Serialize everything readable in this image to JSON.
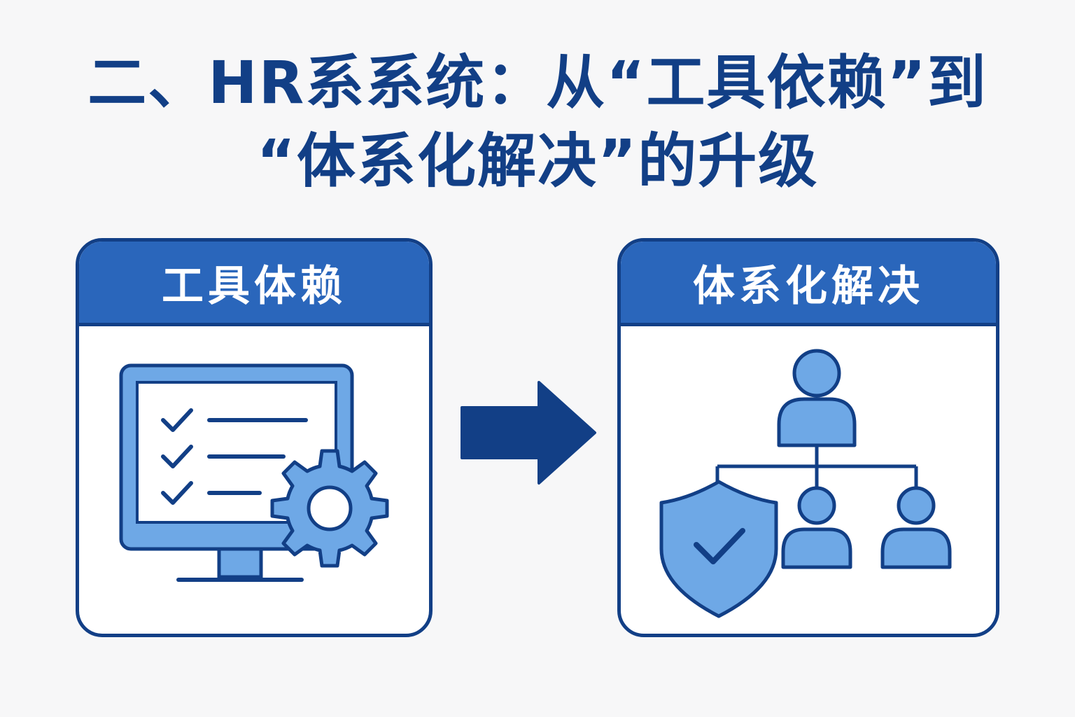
{
  "title": {
    "line1": "二、HR系系统：从“工具依赖”到",
    "line2": "“体系化解决”的升级"
  },
  "left_panel": {
    "header": "工具体赖",
    "icon": "monitor-checklist-gear-icon"
  },
  "right_panel": {
    "header": "体系化解决",
    "icon": "org-chart-shield-icon"
  },
  "arrow": {
    "icon": "arrow-right-icon"
  },
  "colors": {
    "navy": "#123f86",
    "header_blue": "#2a66bb",
    "icon_blue": "#6ea8e6",
    "background": "#f7f7f8",
    "white": "#ffffff"
  }
}
